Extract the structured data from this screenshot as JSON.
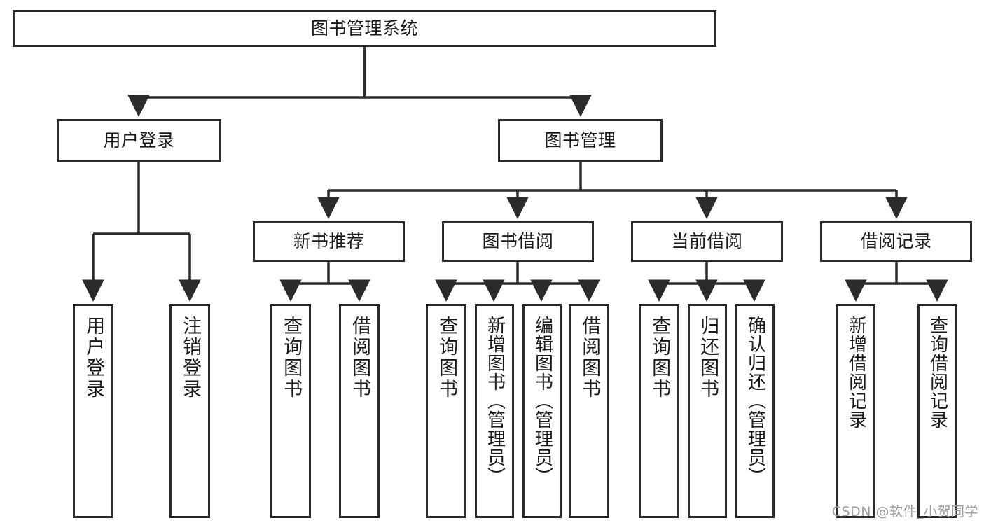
{
  "diagram": {
    "title": "图书管理系统",
    "type": "tree",
    "orientation": "top-down",
    "colors": {
      "stroke": "#2b2b2b",
      "box_fill": "#ffffff",
      "background": "#ffffff",
      "watermark": "#9b9b9b"
    },
    "watermark": "CSDN @软件_小贺同学",
    "nodes": {
      "root": {
        "label": "图书管理系统"
      },
      "level2": [
        {
          "label": "用户登录"
        },
        {
          "label": "图书管理"
        }
      ],
      "level3": [
        {
          "label": "新书推荐"
        },
        {
          "label": "图书借阅"
        },
        {
          "label": "当前借阅"
        },
        {
          "label": "借阅记录"
        }
      ],
      "leaves": {
        "user_login": [
          {
            "label": "用户登录"
          },
          {
            "label": "注销登录"
          }
        ],
        "new_book": [
          {
            "label": "查询图书"
          },
          {
            "label": "借阅图书"
          }
        ],
        "book_borrow": [
          {
            "label": "查询图书"
          },
          {
            "label": "新增图书（管理员）"
          },
          {
            "label": "编辑图书（管理员）"
          },
          {
            "label": "借阅图书"
          }
        ],
        "current_borrow": [
          {
            "label": "查询图书"
          },
          {
            "label": "归还图书"
          },
          {
            "label": "确认归还（管理员）"
          }
        ],
        "borrow_record": [
          {
            "label": "新增借阅记录"
          },
          {
            "label": "查询借阅记录"
          }
        ]
      }
    }
  }
}
